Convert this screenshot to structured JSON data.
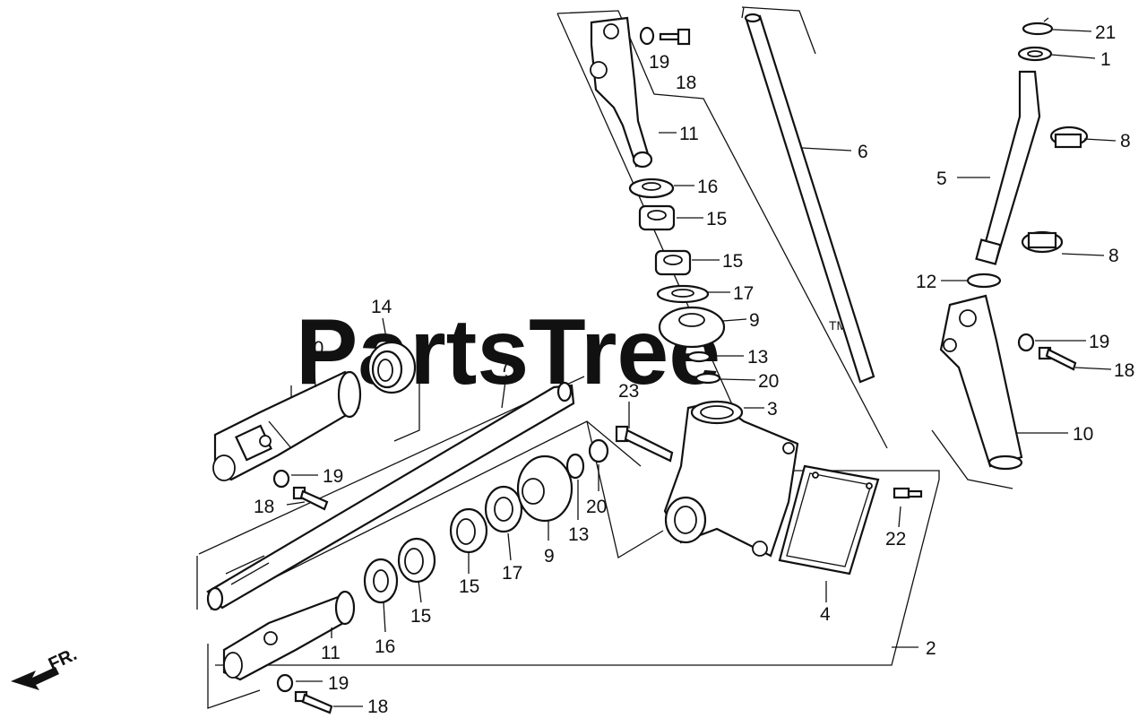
{
  "watermark": {
    "text": "PartsTree",
    "tm": "TM"
  },
  "front_indicator": "FR.",
  "callouts": [
    {
      "id": "c-21",
      "label": "21"
    },
    {
      "id": "c-1",
      "label": "1"
    },
    {
      "id": "c-8a",
      "label": "8"
    },
    {
      "id": "c-5",
      "label": "5"
    },
    {
      "id": "c-8b",
      "label": "8"
    },
    {
      "id": "c-12",
      "label": "12"
    },
    {
      "id": "c-19r",
      "label": "19"
    },
    {
      "id": "c-18r",
      "label": "18"
    },
    {
      "id": "c-10r",
      "label": "10"
    },
    {
      "id": "c-6",
      "label": "6"
    },
    {
      "id": "c-19t",
      "label": "19"
    },
    {
      "id": "c-18t",
      "label": "18"
    },
    {
      "id": "c-11t",
      "label": "11"
    },
    {
      "id": "c-16t",
      "label": "16"
    },
    {
      "id": "c-15a",
      "label": "15"
    },
    {
      "id": "c-15b",
      "label": "15"
    },
    {
      "id": "c-17t",
      "label": "17"
    },
    {
      "id": "c-9t",
      "label": "9"
    },
    {
      "id": "c-13t",
      "label": "13"
    },
    {
      "id": "c-20t",
      "label": "20"
    },
    {
      "id": "c-3",
      "label": "3"
    },
    {
      "id": "c-23",
      "label": "23"
    },
    {
      "id": "c-14",
      "label": "14"
    },
    {
      "id": "c-10l",
      "label": "10"
    },
    {
      "id": "c-7",
      "label": "7"
    },
    {
      "id": "c-19l",
      "label": "19"
    },
    {
      "id": "c-18l",
      "label": "18"
    },
    {
      "id": "c-20b",
      "label": "20"
    },
    {
      "id": "c-13b",
      "label": "13"
    },
    {
      "id": "c-9b",
      "label": "9"
    },
    {
      "id": "c-17b",
      "label": "17"
    },
    {
      "id": "c-15c",
      "label": "15"
    },
    {
      "id": "c-15d",
      "label": "15"
    },
    {
      "id": "c-16b",
      "label": "16"
    },
    {
      "id": "c-11b",
      "label": "11"
    },
    {
      "id": "c-19b",
      "label": "19"
    },
    {
      "id": "c-18b",
      "label": "18"
    },
    {
      "id": "c-22",
      "label": "22"
    },
    {
      "id": "c-4",
      "label": "4"
    },
    {
      "id": "c-2",
      "label": "2"
    }
  ]
}
